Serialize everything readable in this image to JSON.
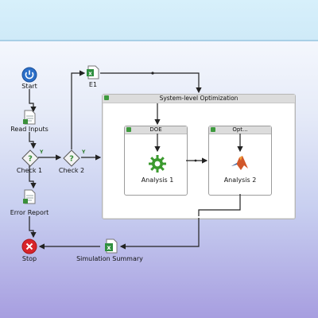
{
  "workflow": {
    "nodes": {
      "start": "Start",
      "read_inputs": "Read Inputs",
      "check1": "Check 1",
      "check2": "Check 2",
      "e1": "E1",
      "error_report": "Error Report",
      "stop": "Stop",
      "simulation_summary": "Simulation Summary",
      "analysis1": "Analysis 1",
      "analysis2": "Analysis 2"
    },
    "ports": {
      "yes_1": "Y",
      "yes_2": "Y"
    },
    "system_optimization": {
      "title": "System-level Optimization",
      "doe_title": "DOE",
      "opt_title": "Opt..."
    }
  },
  "colors": {
    "wire": "#222222",
    "start": "#2b6fc8",
    "stop": "#d8242b",
    "decision": "#3a8f3a",
    "matlab": "#d1572a"
  },
  "icons": {
    "start": "power-icon",
    "stop": "stop-x-icon",
    "read_inputs": "document-icon",
    "check": "decision-diamond-icon",
    "e1": "excel-icon",
    "error_report": "document-icon",
    "analysis1": "gear-icon",
    "analysis2": "matlab-icon",
    "summary": "excel-icon"
  }
}
